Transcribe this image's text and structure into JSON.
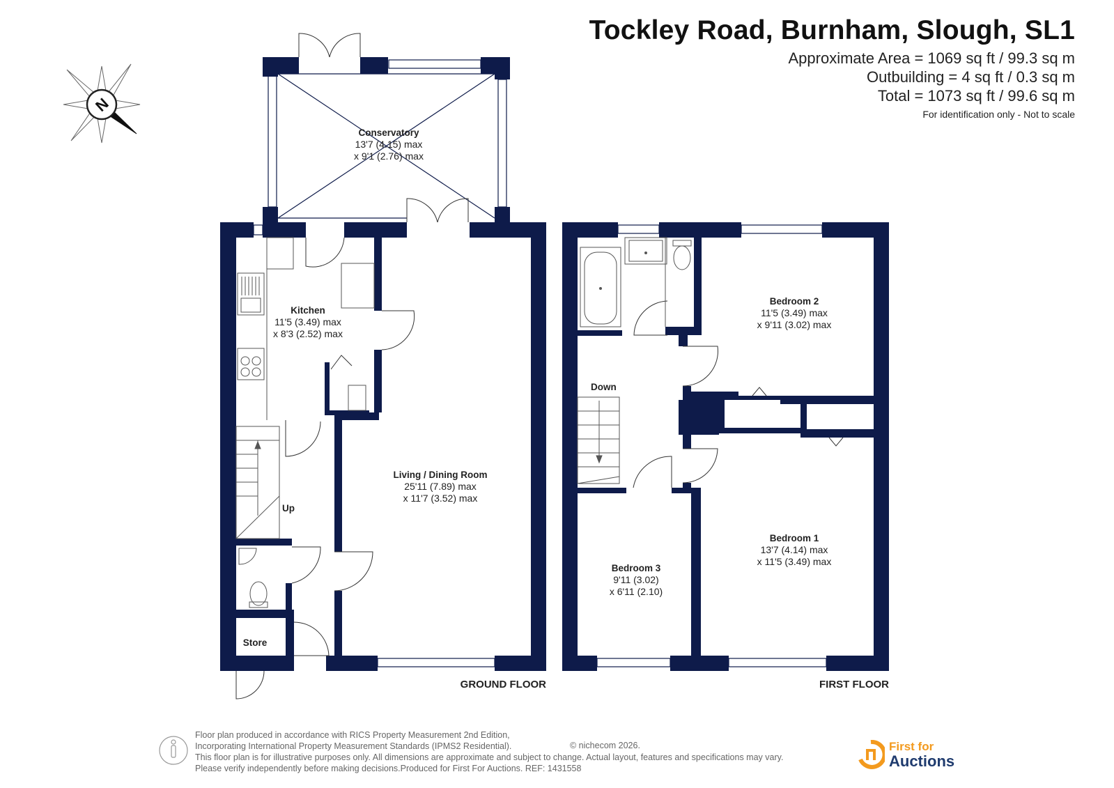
{
  "header": {
    "title": "Tockley Road, Burnham, Slough, SL1",
    "area_approx": "Approximate Area = 1069 sq ft / 99.3 sq m",
    "area_outbuilding": "Outbuilding = 4 sq ft / 0.3 sq m",
    "area_total": "Total = 1073 sq ft / 99.6 sq m",
    "disclaimer": "For identification only - Not to scale"
  },
  "colors": {
    "wall": "#0e1b4a",
    "fixture": "#555555",
    "accent": "#f39a1e",
    "brand_navy": "#1f3b6e"
  },
  "compass": {
    "label": "N",
    "icon": "compass-icon"
  },
  "ground_floor": {
    "label": "GROUND FLOOR",
    "rooms": {
      "conservatory": {
        "name": "Conservatory",
        "dim1": "13'7 (4.15) max",
        "dim2": "x 9'1 (2.76) max"
      },
      "kitchen": {
        "name": "Kitchen",
        "dim1": "11'5 (3.49) max",
        "dim2": "x 8'3 (2.52) max"
      },
      "living": {
        "name": "Living / Dining Room",
        "dim1": "25'11 (7.89) max",
        "dim2": "x 11'7 (3.52) max"
      },
      "store": {
        "name": "Store"
      }
    },
    "stairs_label": "Up"
  },
  "first_floor": {
    "label": "FIRST FLOOR",
    "rooms": {
      "bedroom2": {
        "name": "Bedroom 2",
        "dim1": "11'5 (3.49) max",
        "dim2": "x 9'11 (3.02) max"
      },
      "bedroom1": {
        "name": "Bedroom 1",
        "dim1": "13'7 (4.14) max",
        "dim2": "x 11'5 (3.49) max"
      },
      "bedroom3": {
        "name": "Bedroom 3",
        "dim1": "9'11 (3.02)",
        "dim2": "x 6'11 (2.10)"
      }
    },
    "stairs_label": "Down"
  },
  "footer": {
    "line1": "Floor plan produced in accordance with RICS Property Measurement 2nd Edition,",
    "line2": "Incorporating International Property Measurement Standards (IPMS2 Residential).",
    "line3": "This floor plan is for illustrative purposes only. All dimensions are approximate and subject to change. Actual layout, features and specifications may vary.",
    "line4": "Please verify independently before making decisions.Produced for First For Auctions.   REF:  1431558",
    "copyright": "© nichecom 2026.",
    "logo_top": "First for",
    "logo_bottom": "Auctions"
  }
}
